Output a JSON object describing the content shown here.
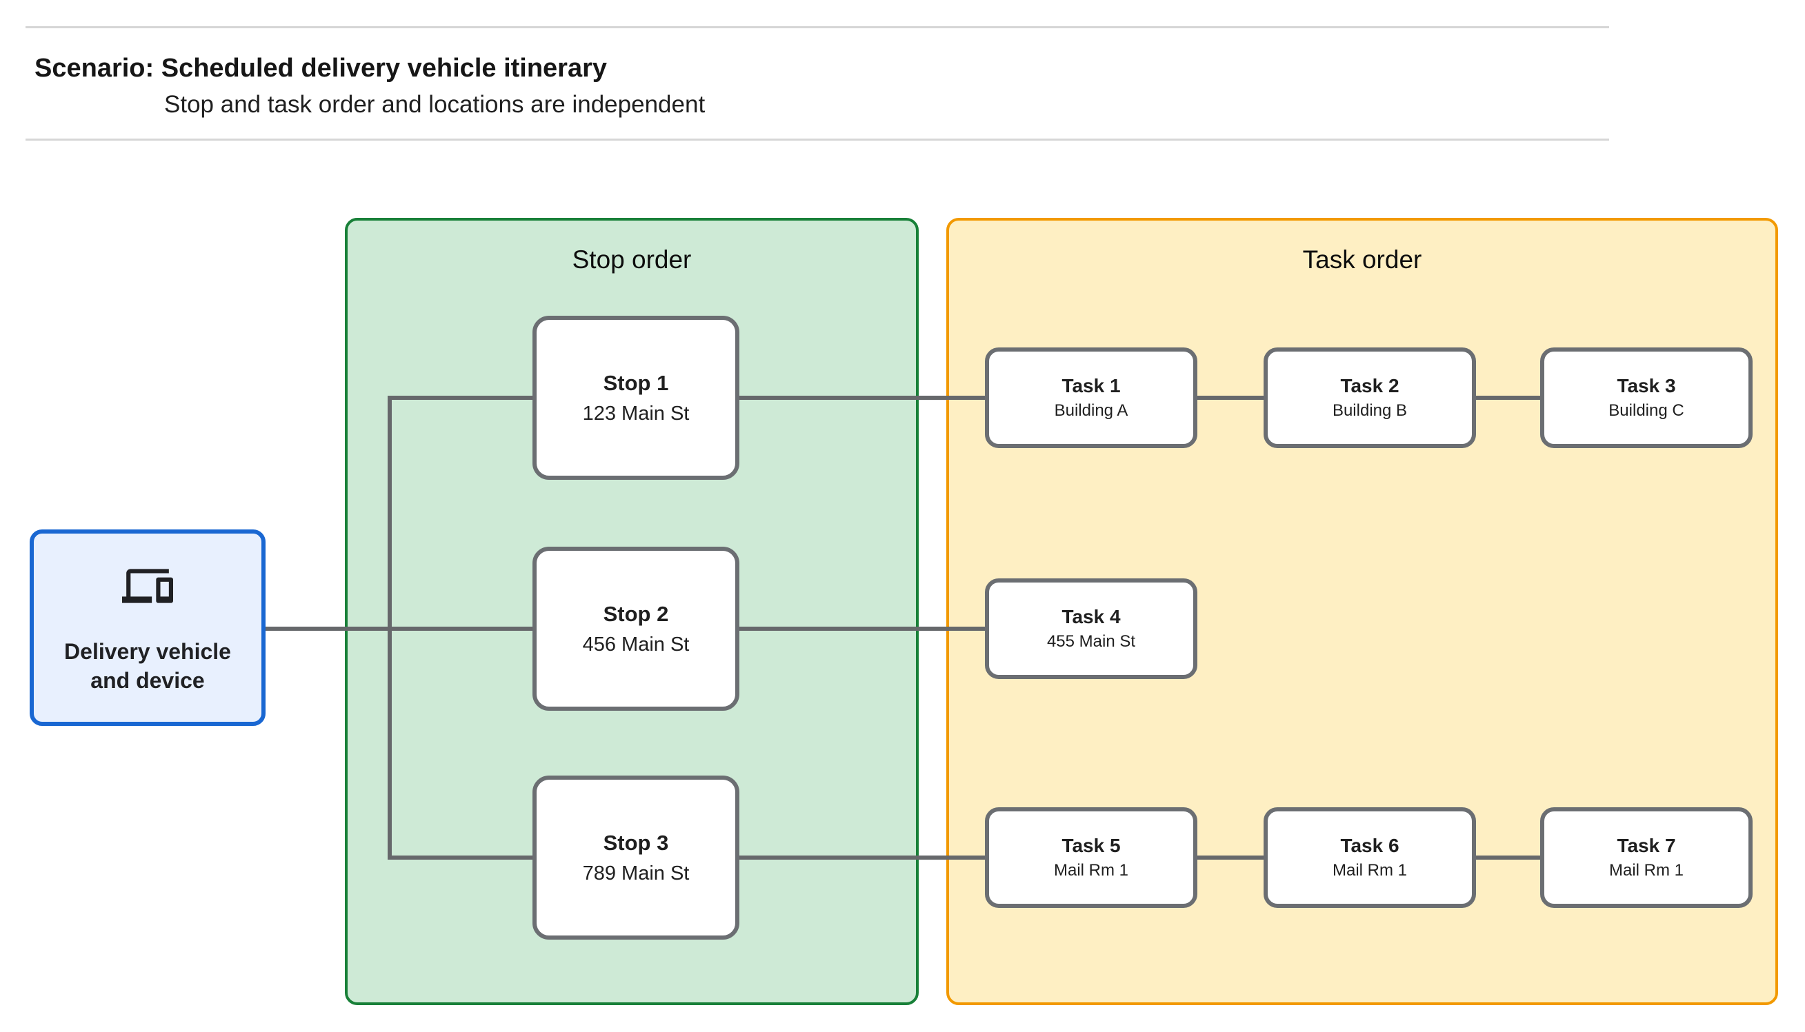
{
  "header": {
    "title": "Scenario: Scheduled delivery vehicle itinerary",
    "subtitle": "Stop and task order and locations are independent"
  },
  "vehicle": {
    "label": "Delivery vehicle and device",
    "icon": "devices-icon"
  },
  "stop_panel": {
    "title": "Stop order",
    "stops": [
      {
        "name": "Stop 1",
        "address": "123 Main St"
      },
      {
        "name": "Stop 2",
        "address": "456 Main St"
      },
      {
        "name": "Stop 3",
        "address": "789 Main St"
      }
    ]
  },
  "task_panel": {
    "title": "Task order",
    "tasks": [
      {
        "name": "Task 1",
        "location": "Building A"
      },
      {
        "name": "Task 2",
        "location": "Building B"
      },
      {
        "name": "Task 3",
        "location": "Building C"
      },
      {
        "name": "Task 4",
        "location": "455 Main St"
      },
      {
        "name": "Task 5",
        "location": "Mail Rm 1"
      },
      {
        "name": "Task 6",
        "location": "Mail Rm 1"
      },
      {
        "name": "Task 7",
        "location": "Mail Rm 1"
      }
    ]
  },
  "colors": {
    "stop_panel_fill": "#CEEAD6",
    "stop_panel_border": "#188038",
    "task_panel_fill": "#FEEFC3",
    "task_panel_border": "#F29900",
    "vehicle_fill": "#E8F0FE",
    "vehicle_border": "#1967D2",
    "connector": "#66686B",
    "node_border": "#6B6E72"
  }
}
